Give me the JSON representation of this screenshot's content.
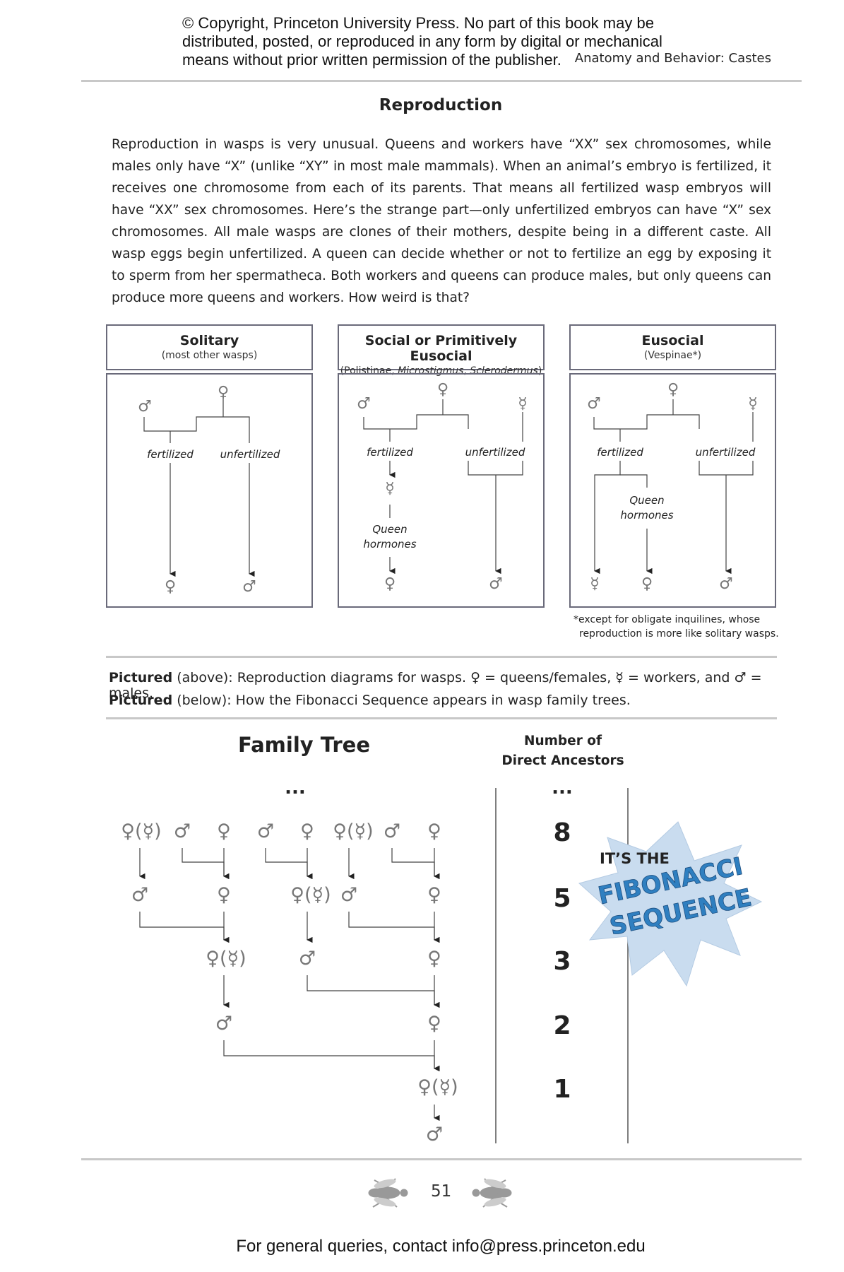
{
  "header": {
    "copyright_lines": [
      "© Copyright, Princeton University Press. No part of this book may be",
      "distributed, posted, or reproduced in any form by digital or mechanical",
      "means without prior written permission of the publisher."
    ],
    "running_head": "Anatomy and Behavior: Castes"
  },
  "section_title": "Reproduction",
  "body_paragraph": "Reproduction in wasps is very unusual. Queens and workers have “XX” sex chromosomes, while males only have “X” (unlike “XY” in most male mammals). When an animal’s embryo is fertilized, it receives one chromosome from each of its parents. That means all fertilized wasp embryos will have “XX” sex chromosomes. Here’s the strange part—only unfertilized embryos can have “X” sex chromosomes. All male wasps are clones of their mothers, despite being in a different caste. All wasp eggs begin unfertilized. A queen can decide whether or not to fertilize an egg by exposing it to sperm from her spermatheca. Both workers and queens can produce males, but only queens can produce more queens and workers. How weird is that?",
  "diagrams": {
    "solitary": {
      "title": "Solitary",
      "subtitle": "(most other wasps)"
    },
    "social": {
      "title": "Social or Primitively Eusocial",
      "subtitle_parts": [
        "(Polistinae, ",
        "Microstigmus",
        ", ",
        "Sclerodermus",
        ")"
      ]
    },
    "eusocial": {
      "title": "Eusocial",
      "subtitle": "(Vespinae*)"
    },
    "labels": {
      "fertilized": "fertilized",
      "unfertilized": "unfertilized",
      "queen_hormones_1": "Queen",
      "queen_hormones_2": "hormones"
    },
    "symbols": {
      "female": "♀",
      "male": "♂",
      "worker": "☿",
      "queen_or_worker": "♀(☿)"
    },
    "footnote_lines": [
      "*except for obligate inquilines, whose",
      "reproduction is more like solitary wasps."
    ]
  },
  "captions": {
    "above_bold": "Pictured",
    "above_text": " (above): Reproduction diagrams for wasps. ♀ = queens/females, ☿ = workers, and ♂ = males.",
    "below_bold": "Pictured",
    "below_text": " (below): How the Fibonacci Sequence appears in wasp family trees."
  },
  "family_tree": {
    "title": "Family Tree",
    "ellipsis": "...",
    "ancestors_title_1": "Number of",
    "ancestors_title_2": "Direct Ancestors",
    "ancestor_counts": [
      "8",
      "5",
      "3",
      "2",
      "1"
    ],
    "burst_line1": "IT’S THE",
    "burst_line2": "FIBONACCI",
    "burst_line3": "SEQUENCE"
  },
  "footer": {
    "page_number": "51",
    "contact": "For general queries, contact info@press.princeton.edu"
  },
  "colors": {
    "symbol_gray": "#777777",
    "rule_gray": "#c8c8c8",
    "burst_fill": "#c9dcef",
    "burst_text": "#2f7fc0"
  }
}
